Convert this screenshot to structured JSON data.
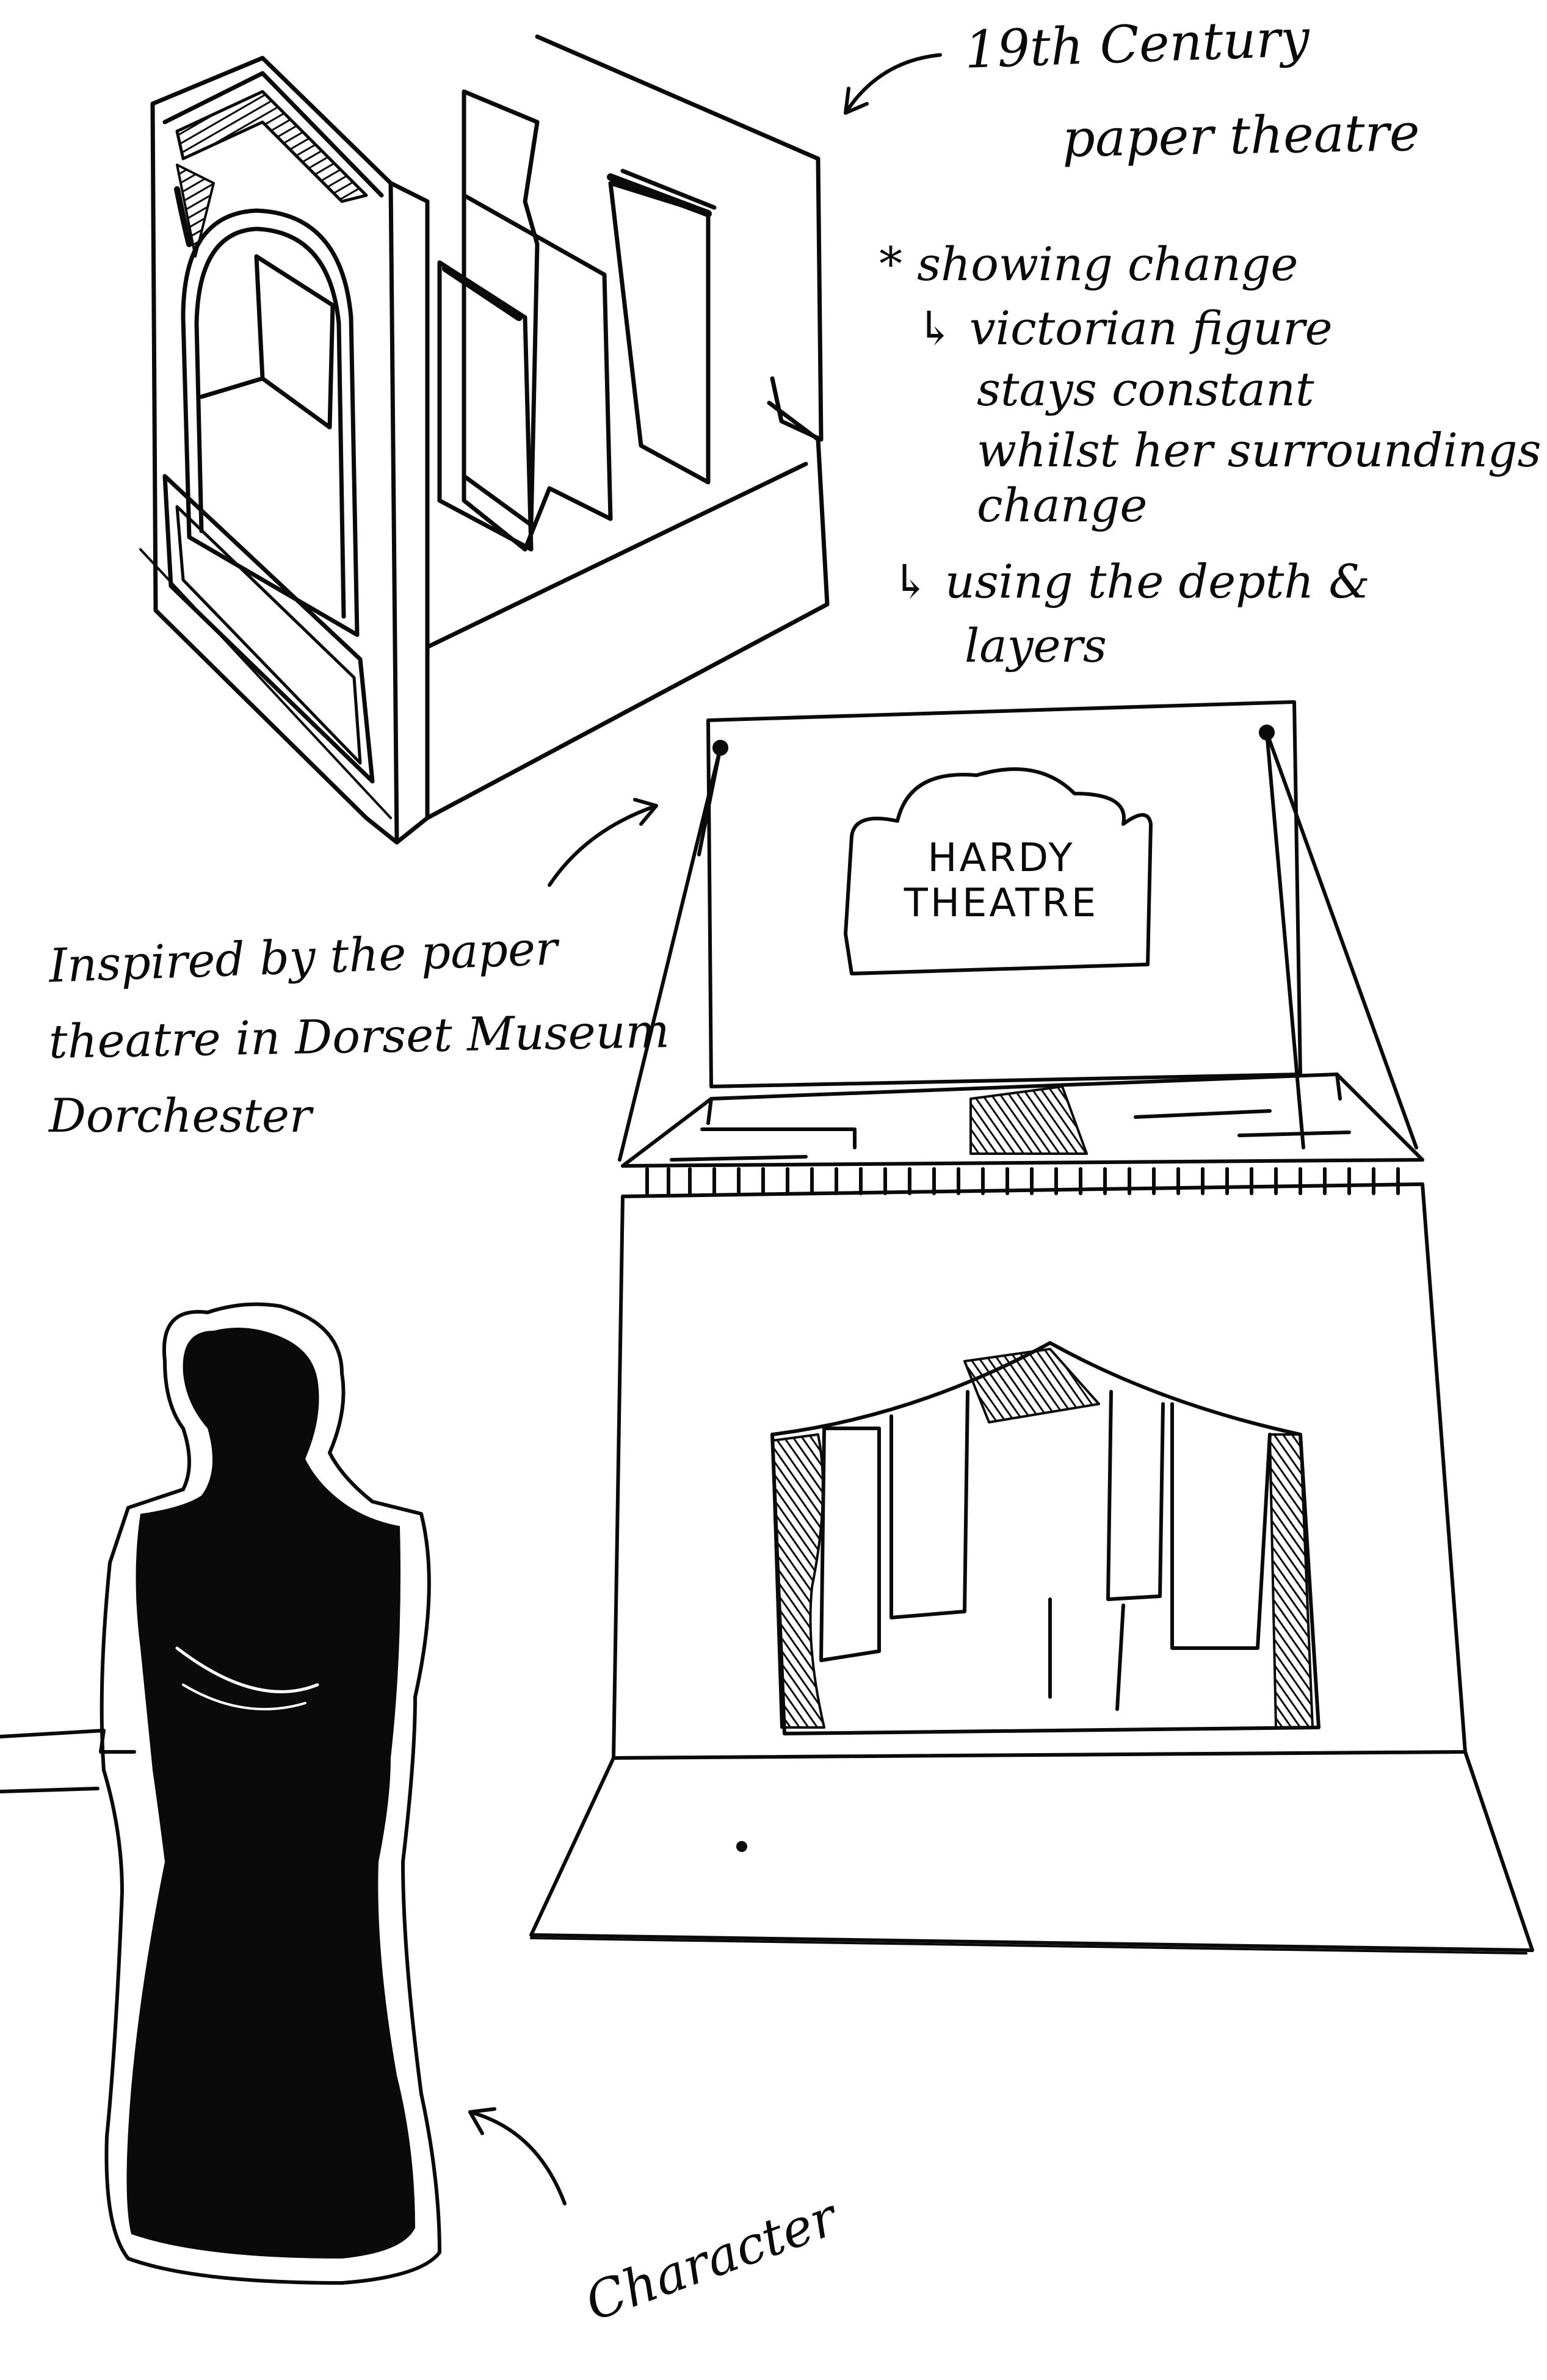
{
  "notes": {
    "title_line1": "19th Century",
    "title_line2": "paper theatre",
    "showing_change": "* showing change",
    "sub1_line1": "↳ victorian figure",
    "sub1_line2": "stays constant",
    "sub1_line3": "whilst her surroundings",
    "sub1_line4": "change",
    "sub2_line1": "↳ using the depth &",
    "sub2_line2": "layers"
  },
  "inspired": {
    "line1": "Inspired by the paper",
    "line2": "theatre in Dorset Museum",
    "line3": "Dorchester"
  },
  "sign": {
    "line1": "HARDY",
    "line2": "THEATRE"
  },
  "character_label": "Character",
  "colors": {
    "ink": "#0a0a0a",
    "paper": "#ffffff"
  }
}
